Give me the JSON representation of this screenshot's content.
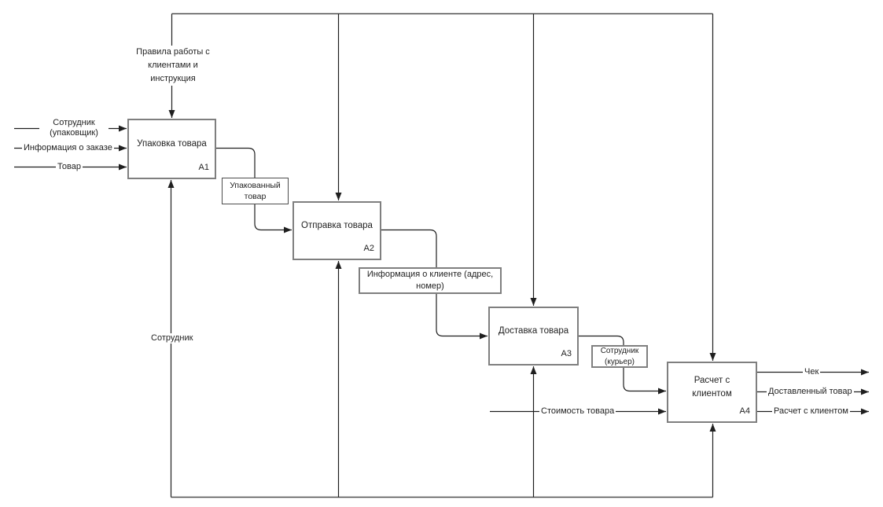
{
  "diagram": {
    "type": "IDEF0 process flow",
    "background": "#ffffff",
    "line_color": "#1f1f1f",
    "bus_line_color": "#4d4d4d",
    "box_border_color": "#7f7f7f",
    "boxes": {
      "a1": {
        "title": "Упаковка товара",
        "code": "A1"
      },
      "a2": {
        "title": "Отправка товара",
        "code": "A2"
      },
      "a3": {
        "title": "Доставка товара",
        "code": "A3"
      },
      "a4": {
        "title": "Расчет с клиентом",
        "code": "A4"
      }
    },
    "arrows": {
      "control_rules": "Правила работы с клиентами и инструкция",
      "input_employee_packer": "Сотрудник (упаковщик)",
      "input_order_info": "Информация о заказе",
      "input_goods": "Товар",
      "mechanism_employee": "Сотрудник",
      "flow_a1_a2": "Упакованный товар",
      "flow_a2_a3": "Информация о клиенте (адрес, номер)",
      "flow_a3_a4": "Сотрудник (курьер)",
      "input_goods_cost": "Стоимость товара",
      "output_receipt": "Чек",
      "output_delivered_goods": "Доставленный товар",
      "output_settlement": "Расчет с клиентом"
    }
  }
}
